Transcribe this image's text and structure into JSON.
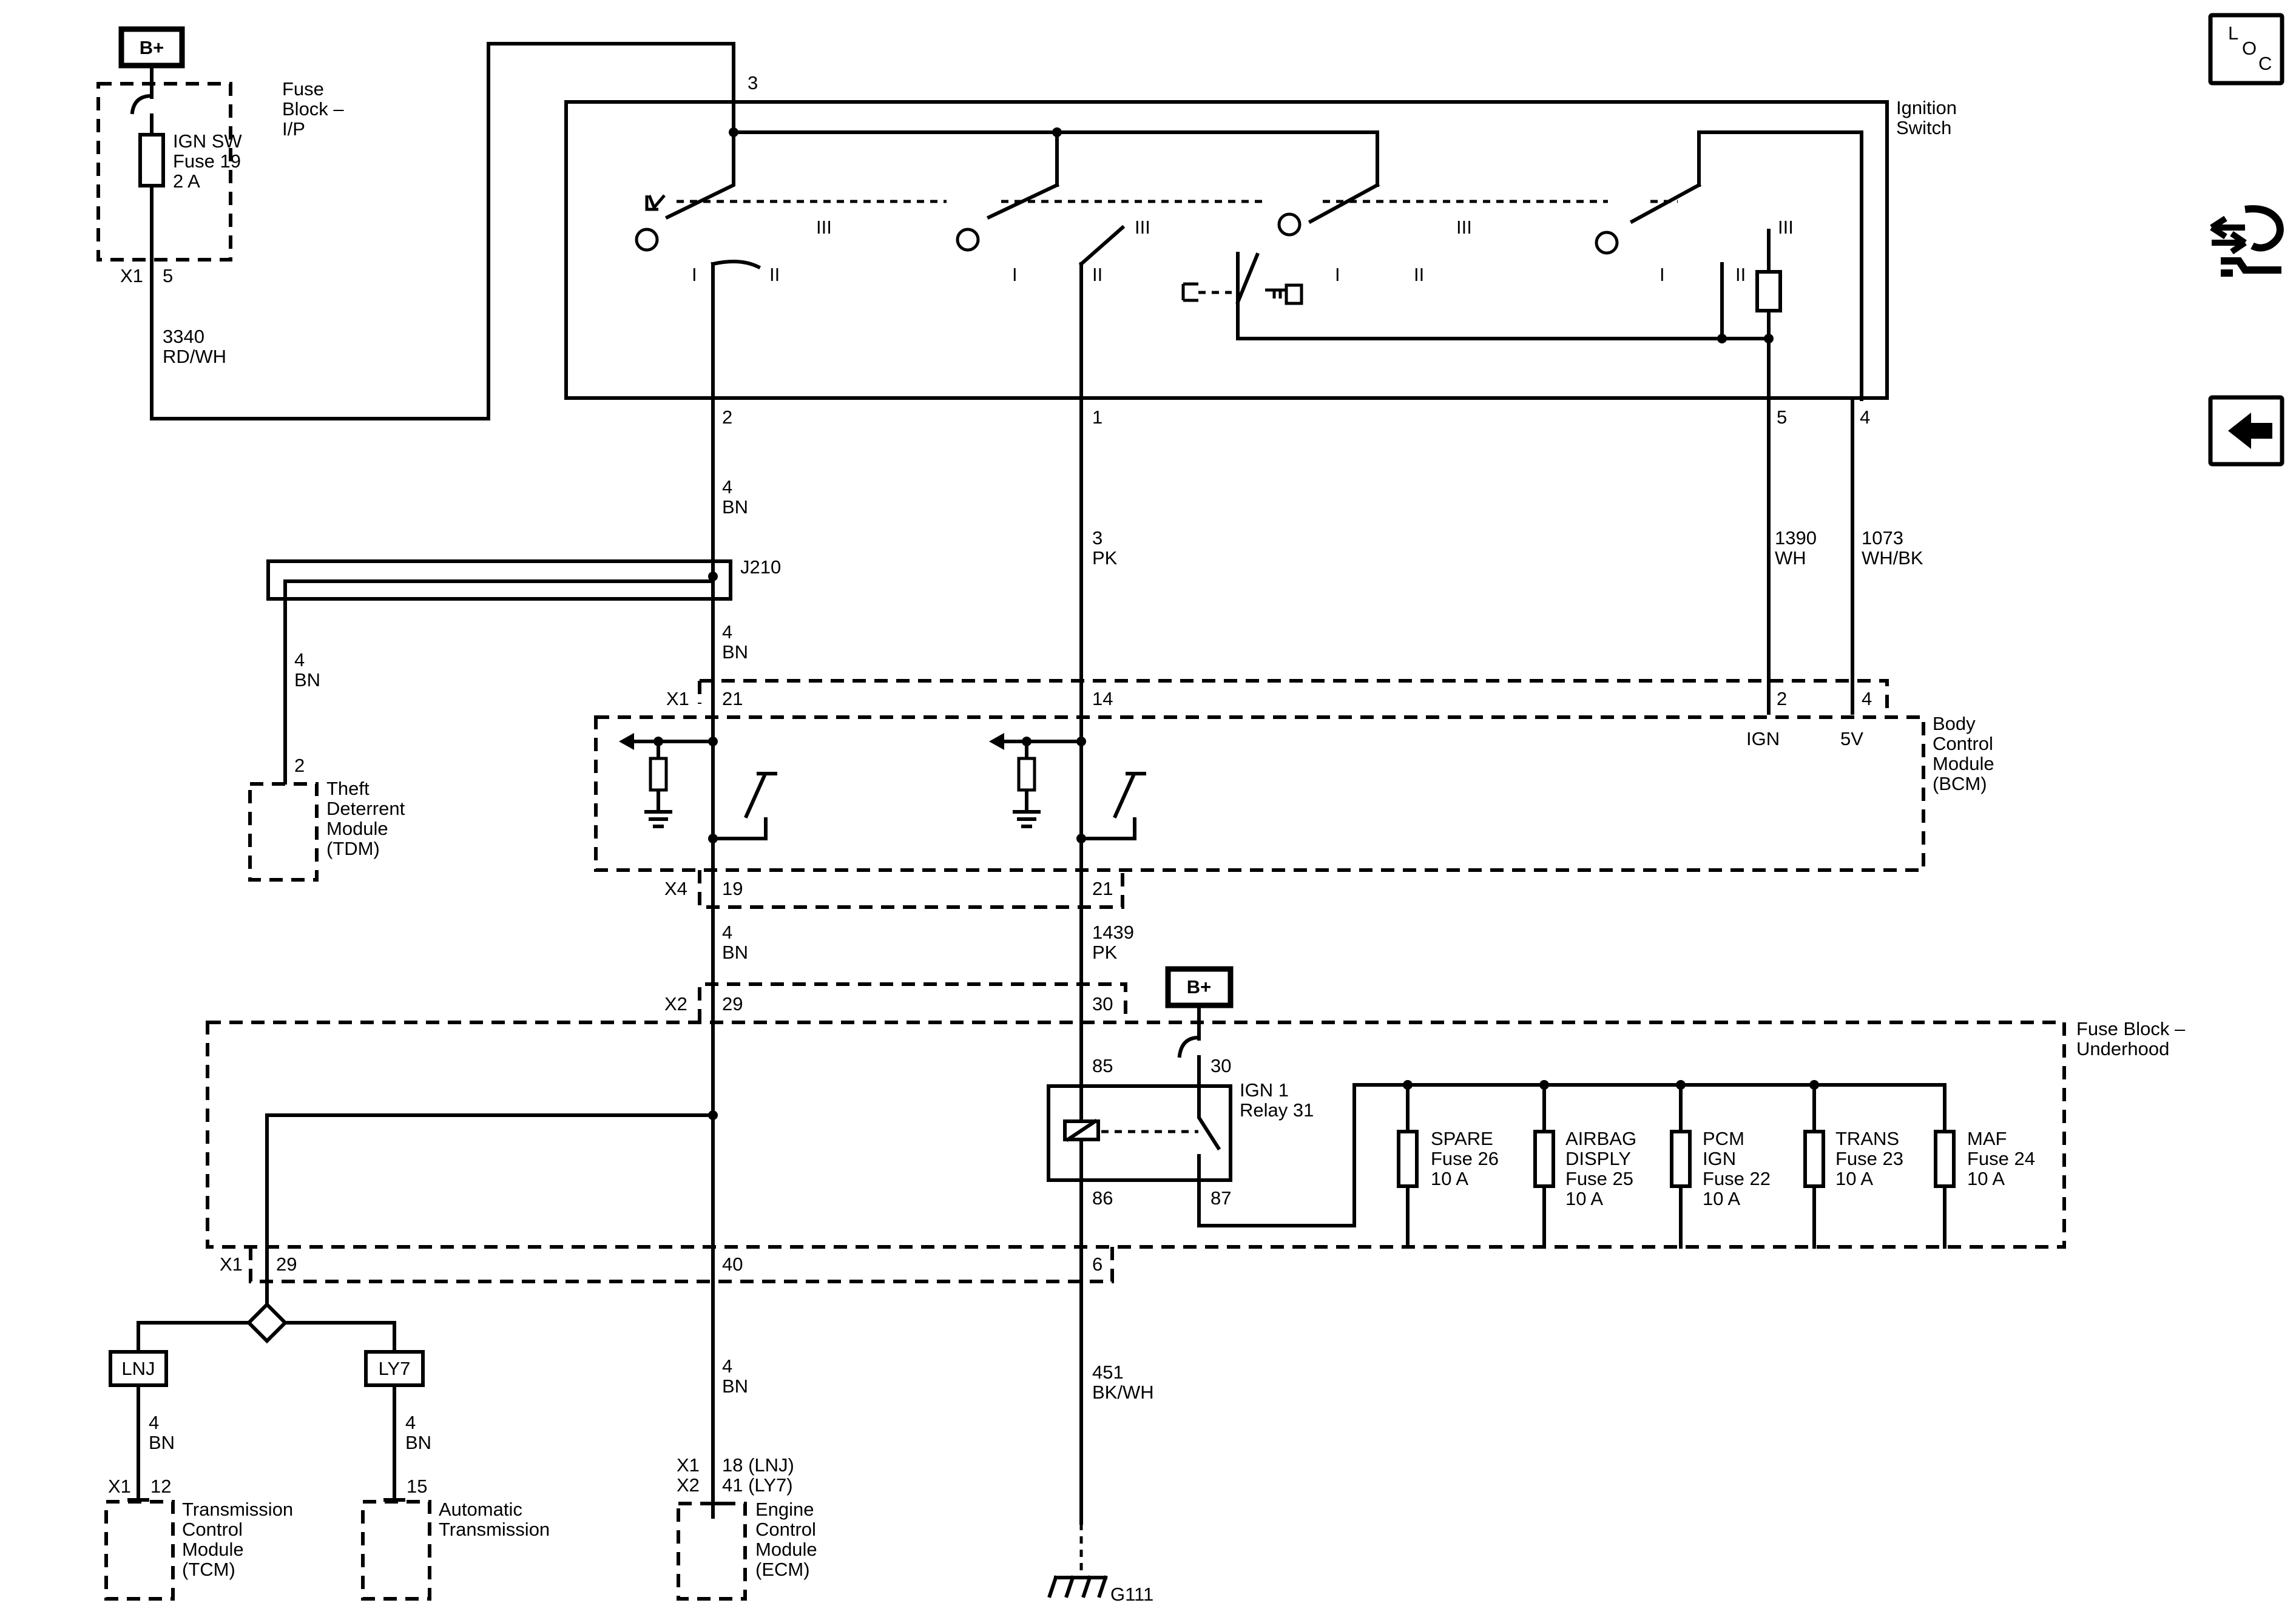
{
  "connectors": {
    "bplus": "B+",
    "fuse_block_ip": [
      "Fuse",
      "Block –",
      "I/P"
    ],
    "ign_sw_fuse": [
      "IGN SW",
      "Fuse 19",
      "2 A"
    ],
    "fuse_x1": "X1",
    "fuse_x1_pin": "5",
    "circuit_3340": [
      "3340",
      "RD/WH"
    ],
    "ign_pin3": "3",
    "ignition_switch": [
      "Ignition",
      "Switch"
    ],
    "sw_pos_I": "I",
    "sw_pos_II": "II",
    "sw_pos_III": "III",
    "ign_pin2": "2",
    "ign_pin1": "1",
    "ign_pin5": "5",
    "ign_pin4": "4",
    "wire_4bn": [
      "4",
      "BN"
    ],
    "wire_3pk": [
      "3",
      "PK"
    ],
    "wire_1390": [
      "1390",
      "WH"
    ],
    "wire_1073": [
      "1073",
      "WH/BK"
    ],
    "splice_j210": "J210",
    "tdm_pin": "2",
    "tdm": [
      "Theft",
      "Deterrent",
      "Module",
      "(TDM)"
    ],
    "bcm_x1": "X1",
    "bcm_x1_21": "21",
    "bcm_x1_14": "14",
    "bcm_x1_2": "2",
    "bcm_x1_4": "4",
    "bcm_ign": "IGN",
    "bcm_5v": "5V",
    "bcm": [
      "Body",
      "Control",
      "Module",
      "(BCM)"
    ],
    "bcm_x4": "X4",
    "bcm_x4_19": "19",
    "bcm_x4_21": "21",
    "wire_1439": [
      "1439",
      "PK"
    ],
    "fbu_x2": "X2",
    "fbu_x2_29": "29",
    "fbu_x2_30": "30",
    "fuse_block_uh": [
      "Fuse Block –",
      "Underhood"
    ],
    "relay_85": "85",
    "relay_30": "30",
    "relay_86": "86",
    "relay_87": "87",
    "relay_name": [
      "IGN 1",
      "Relay 31"
    ],
    "fuse_spare": [
      "SPARE",
      "Fuse 26",
      "10 A"
    ],
    "fuse_airbag": [
      "AIRBAG",
      "DISPLY",
      "Fuse 25",
      "10 A"
    ],
    "fuse_pcm": [
      "PCM",
      "IGN",
      "Fuse 22",
      "10 A"
    ],
    "fuse_trans": [
      "TRANS",
      "Fuse 23",
      "10 A"
    ],
    "fuse_maf": [
      "MAF",
      "Fuse 24",
      "10 A"
    ],
    "fbu_x1": "X1",
    "fbu_x1_29": "29",
    "fbu_x1_40": "40",
    "fbu_x1_6": "6",
    "opt_lnj": "LNJ",
    "opt_ly7": "LY7",
    "tcm_x1": "X1",
    "tcm_pin": "12",
    "tcm": [
      "Transmission",
      "Control",
      "Module",
      "(TCM)"
    ],
    "at_pin": "15",
    "at": [
      "Automatic",
      "Transmission"
    ],
    "ecm_x1": "X1",
    "ecm_x2": "X2",
    "ecm_pin1": "18 (LNJ)",
    "ecm_pin2": "41 (LY7)",
    "ecm": [
      "Engine",
      "Control",
      "Module",
      "(ECM)"
    ],
    "wire_451": [
      "451",
      "BK/WH"
    ],
    "ground": "G111"
  },
  "nav": {
    "loc_L": "L",
    "loc_O": "O",
    "loc_C": "C"
  }
}
